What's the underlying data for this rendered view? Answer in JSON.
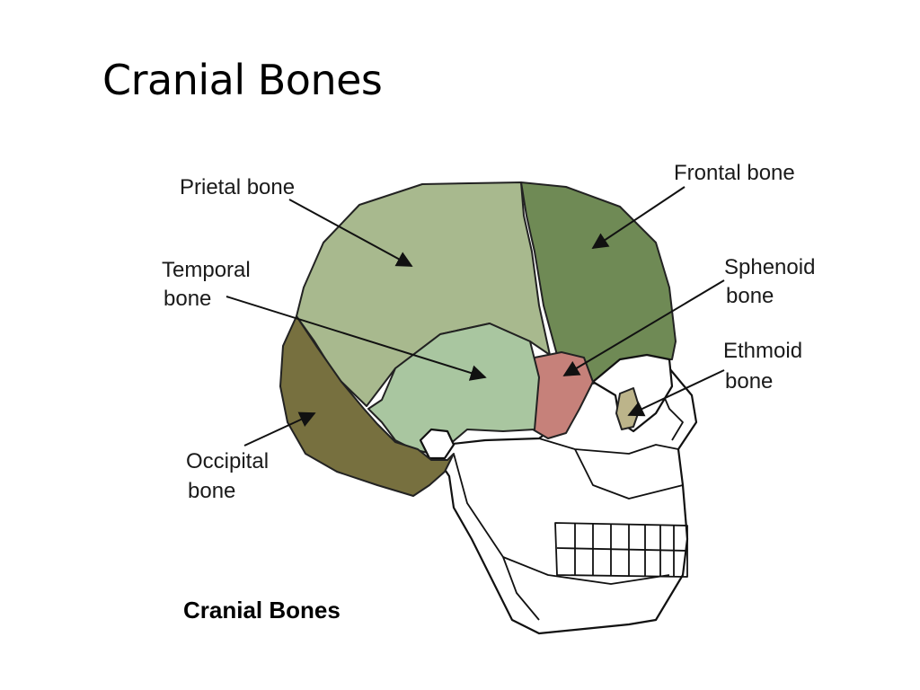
{
  "slide": {
    "title": "Cranial Bones"
  },
  "diagram": {
    "caption": "Cranial Bones",
    "colors": {
      "parietal": "#a8b98e",
      "frontal": "#6f8a55",
      "temporal": "#a9c6a0",
      "occipital": "#77703f",
      "sphenoid": "#c6817a",
      "ethmoid": "#bcb48a"
    },
    "labels": {
      "parietal": "Prietal bone",
      "frontal": "Frontal bone",
      "temporal_line1": "Temporal",
      "temporal_line2": "bone",
      "sphenoid_line1": "Sphenoid",
      "sphenoid_line2": "bone",
      "ethmoid_line1": "Ethmoid",
      "ethmoid_line2": "bone",
      "occipital_line1": "Occipital",
      "occipital_line2": "bone"
    }
  }
}
